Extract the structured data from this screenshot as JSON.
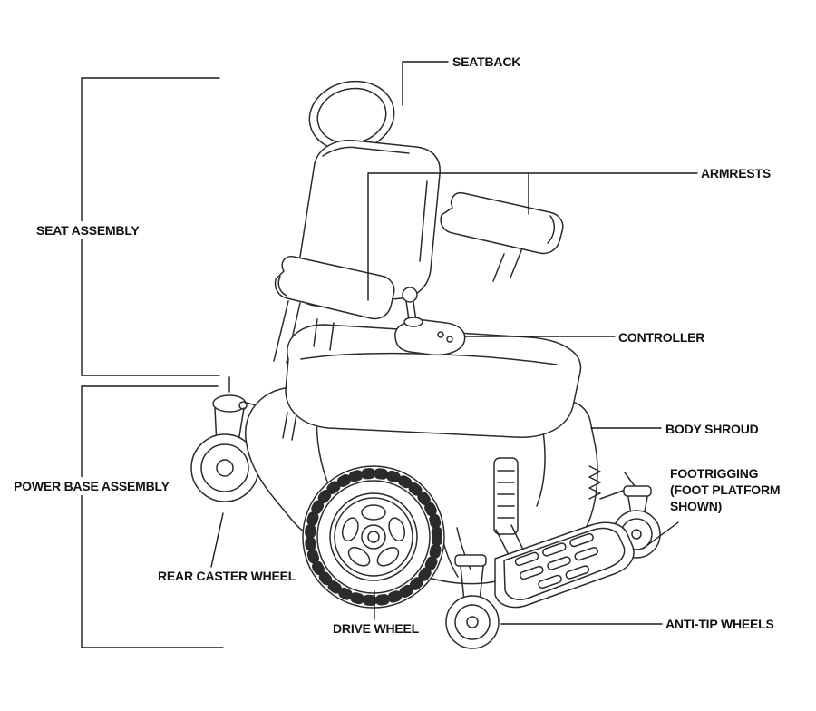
{
  "diagram": {
    "type": "labeled-parts-diagram",
    "subject": "power wheelchair exploded-view line drawing",
    "colors": {
      "line": "#2b2b2b",
      "callout_line": "#1a1a1a",
      "background": "#ffffff",
      "text": "#121212"
    },
    "labels": {
      "seatback": "SEATBACK",
      "armrests": "ARMRESTS",
      "seat_assembly": "SEAT ASSEMBLY",
      "controller": "CONTROLLER",
      "body_shroud": "BODY SHROUD",
      "footrigging": [
        "FOOTRIGGING",
        "(FOOT PLATFORM",
        "SHOWN)"
      ],
      "power_base_assembly": "POWER BASE ASSEMBLY",
      "rear_caster_wheel": "REAR CASTER WHEEL",
      "drive_wheel": "DRIVE WHEEL",
      "anti_tip_wheels": "ANTI-TIP WHEELS"
    }
  }
}
